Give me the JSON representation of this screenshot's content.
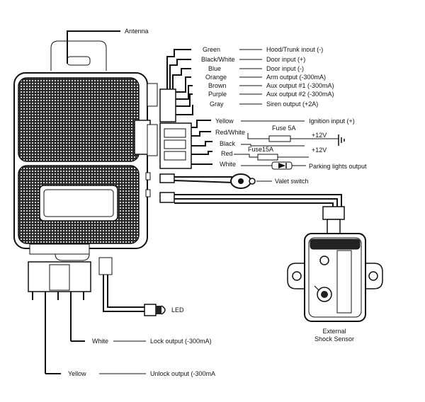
{
  "labels": {
    "antenna": "Antenna",
    "led": "LED",
    "valet_switch": "Valet switch",
    "external_shock_sensor_line1": "External",
    "external_shock_sensor_line2": "Shock Sensor",
    "fuse_5a": "Fuse 5A",
    "fuse_15a": "Fuse15A",
    "plus_12v_a": "+12V",
    "plus_12v_b": "+12V"
  },
  "wires_group1": [
    {
      "color": "Green",
      "function": "Hood/Trunk inout (-)"
    },
    {
      "color": "Black/White",
      "function": "Door input (+)"
    },
    {
      "color": "Blue",
      "function": "Door input (-)"
    },
    {
      "color": "Orange",
      "function": "Arm output (-300mA)"
    },
    {
      "color": "Brown",
      "function": "Aux output #1 (-300mA)"
    },
    {
      "color": "Purple",
      "function": "Aux output #2 (-300mA)"
    },
    {
      "color": "Gray",
      "function": "Siren output (+2A)"
    }
  ],
  "wires_group2": [
    {
      "color": "Yellow",
      "function": "Ignition input (+)"
    },
    {
      "color": "Red/White",
      "function": ""
    },
    {
      "color": "Black",
      "function": ""
    },
    {
      "color": "Red",
      "function": ""
    },
    {
      "color": "White",
      "function": "Parking lights output"
    }
  ],
  "wires_bottom": [
    {
      "color": "White",
      "function": "Lock output (-300mA)"
    },
    {
      "color": "Yellow",
      "function": "Unlock output (-300mA"
    }
  ]
}
